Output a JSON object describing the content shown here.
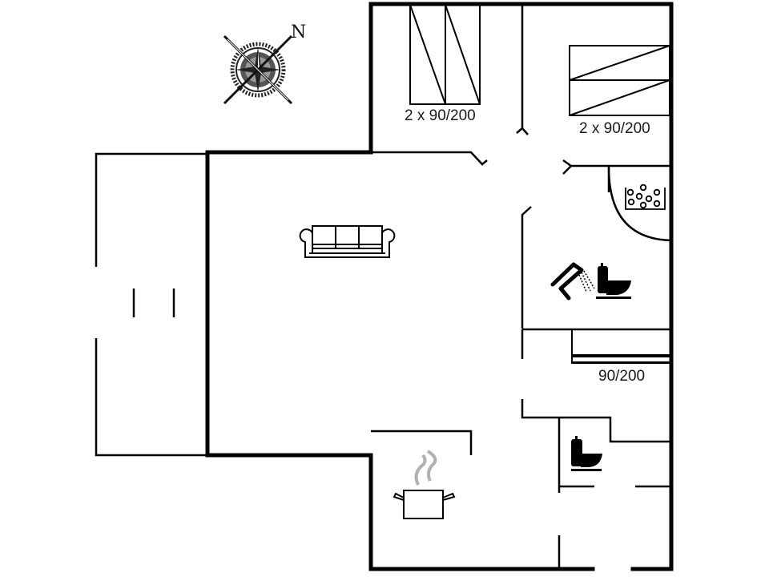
{
  "floorplan": {
    "compass": {
      "north_label": "N"
    },
    "labels": {
      "bedroom_top_left_beds": "2 x 90/200",
      "bedroom_top_right_beds": "2 x 90/200",
      "bedroom_right_bed": "90/200"
    },
    "rooms": [
      {
        "name": "living-room",
        "icon": "sofa-icon"
      },
      {
        "name": "terrace",
        "icon": ""
      },
      {
        "name": "bedroom-top-left",
        "icon": "twin-beds-icon"
      },
      {
        "name": "bedroom-top-right",
        "icon": "twin-beds-icon"
      },
      {
        "name": "bathroom",
        "icon": "shower-icon, toilet-icon, whirlpool-icon"
      },
      {
        "name": "bedroom-right",
        "icon": "single-bed-icon"
      },
      {
        "name": "toilet",
        "icon": "toilet-icon"
      },
      {
        "name": "kitchen",
        "icon": "cooking-pot-icon"
      }
    ],
    "colors": {
      "wall": "#000000",
      "steam": "#b0b0b0",
      "background": "#ffffff"
    }
  }
}
